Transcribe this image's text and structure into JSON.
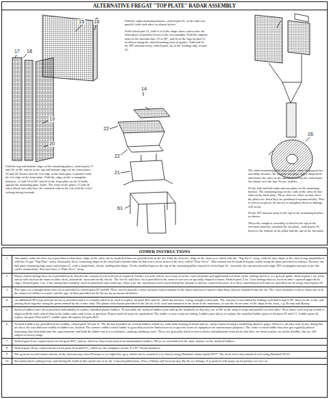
{
  "diagram": {
    "nodes": [
      {
        "text": [
          "ALTERNATIVE FREGAT \"TOP PLATE\" RADAR ASSEMBLY"
        ]
      },
      {
        "text": [
          "OTHER INSTRUCTIONS"
        ]
      }
    ],
    "labels": [
      "15",
      "16",
      "17",
      "18",
      "19",
      "20",
      "Fold the top and bottom edges of the mounting plates, etched parts 17 and 18, to 90° and fit to the top and bottom edges of the front plates 19 and 20. Ensure that the left edge of the back plate is parallel with the left edge of the front plate. Fold the edges of the rectangular brackets, 15 and 16 to 90° and fit to the front plate on the U-bolts against the mounting plate 'bolts'. The front of the plates 17 and 18 when fitted correctly have the rounded ends to the left with the relief etching facing inwards.",
      "Fold the radar mounting bracket, etched part 61, so the sides are parallel with each other as shown below.",
      "Fold etched part 21, until it is in the shape above and secure the front panel in position between the two uprights. Fold the support arms of the antenna base 22 to 90°, and fit to the lugs on part 21 as shown using the etched locating slots as guides. Fold and fit the IFF antenna array, etched parts 14, to the leading edge of part 22.",
      "14",
      "22",
      "22",
      "21",
      "61",
      "The radar mounting pillar may require some shaping before assembly. Remove the circular faceplate with a sharp knife and flatten the sides of the top block so that the etched part fits firmly over the top. Secure in place.",
      "Fit the full and half radar antenna plates to the mounting bracket. The mounting lugs on the ends of the arms fit into slots on the back plate. These slots are offset so that when the plates are fitted they are positioned asymmetrically. This is correct so please do not try to straighten them as damage will occur.",
      "Fit the IFF antenna array to the top of the mounting bracket as shown.",
      "When the complete assembly is fitted to the top of the foremast structure, position the faceplate, etched part 26, between the bottom of the pillar and the top of the foremast.",
      "26",
      "1",
      "Alternative radar fits have been provided so that more ships of the class can be modelled than are provided for in the kit. Only the first five ships of the class were fitted with the \"Top Steer\" array, with the later ships of the class being standardised with the Fregat \"Top Plate\" array. Unusually, these remaining ships of the class had a hybrid radar fit that was a cross between the two, called \"Plate Steer\". This variant can be modelled quite easily using the parts provided as follows. Remove the half plate mounting lugs from etched part 61, with a sharp knife, before folding into shape. Fit the modified part to the top of the mounting pillar instead of etched part 61. Assemble the top antenna and single IFF rectangular antenna as per the earlier instructions. You now have a \"Plate Steer\" array.",
      "2",
      "Photo etched railings have been provided to be fitted to the various levels of decks as required. Further research will be necessary as to the exact locations and applications of some of the railings but here is a general guide. Etched parts 1 are 4 bar safety rails used on the main weather deck, around the stern and on the foc'sle. The foc'sle rails have been provided in the form of two sets of specially shaped sections. Etched parts 2 are 3 bar railings that are used on other exposed upper deck edges. Etched parts 3 are 2 bar railing that would be used on platforms and walkways. Parts 4 are the stanchioned rails used around the launchers and fire control directors. It is these stanchioned rails that are provided for fit using etched parts 69.",
      "3",
      "Two types of a straight doors have been provided in etched parts 87 and 88. These inserts provide a more accurate representation of the doors and access hatches than those that are moulded onto the kit. The exact locations of these doors has to be the subject of further research, and the type of door provided on the kit are by no means definitive.",
      "4",
      "An additional IR Loop antenna has been provided and it is recommended to be used to replace kit parts B15 and 16, which do not have a long enough central pole. The antenna is assembled by folding each half Loop to 90° down to the centre and joining them together along the point formed by the centre strip. The photo etched parts provided in the kit are to be used and mounted at the head of the mainmast, as was the fit on some of the ships in the class, e.g. Bezuty and Bystry.",
      "5",
      "Inclined ladders have been provided individually to replace moulded plastic ladders. To assemble the inclined ladders first fold up the handrails so that they are at 90° to the strip of steps and parallel to each other. Next rotate each step up so that it aligns with the half etched slots in the ladder sides and secure in position. Repeat until all steps are positioned. The ladder is now ready for fitting. Ladders part 44 are to replace the moulded ladder parts of kit parts E2 and C1. Ladder parts 45 replace kit parts H14 and F1. Ladder parts 46 replace kit parts K21.",
      "6",
      "Vertical Ladders are provided in two widths, etched parts 50 and 51. The kit has moulded on vertical ladders which are somewhat lacking in detail and are easily removed using a modelling abrasive paper. However, do take note before doing this of where the two different widths of ladders are located. The narrow width vertical ladder is generally used for limited access to specific items of equipment for maintenance purposes. The wider vertical ladder has also got regularly placed mounting stays that hold onto the superstructure and hold the ladder out at a set distance, making climbing easier. These are generally fitted to access doors and platforms from decks that have no room to place an inclined ladder, but are still subject to heavy usage.",
      "7",
      "Etched parts 8 are replacements for kit parts K27, and are fitted as closed and stowed accommodation ladders. These are assembled in the same manner as the inclined ladders.",
      "8",
      "Etched parts 28 are replacements for kit parts E14 and E15, which are the footplates on the SA-N-7 Head launchers.",
      "9",
      "The general overall colour scheme of the Sovremenny class Destroyers is a light blue grey which can be matched very closely using Humbrol enamel paint H127. The deck red is also matched well using Humbrol H132.",
      "10",
      "Recommended reading before and during the build of this model has to be the Concord publication, Slava, Udaloy and Sovremenny. By Steven Zaloga. It is packed with many useful pictures to refer to."
    ]
  }
}
